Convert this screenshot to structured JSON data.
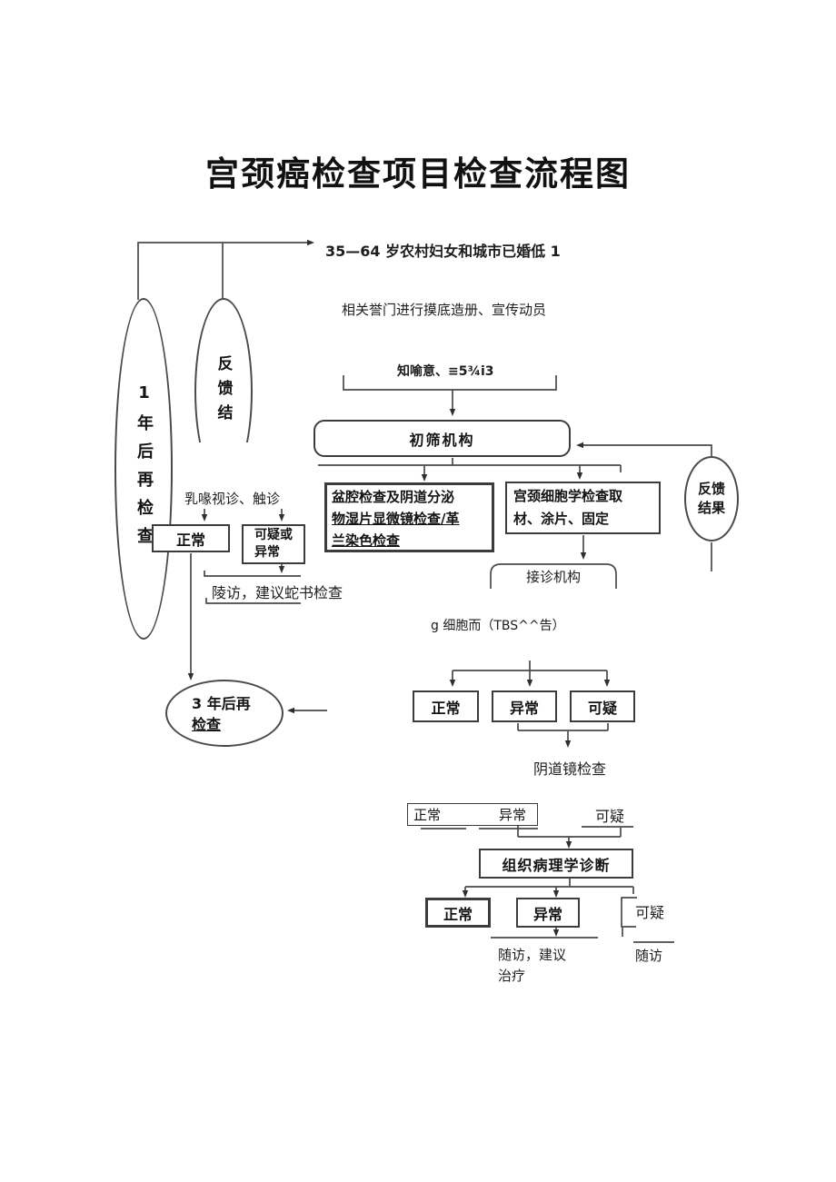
{
  "title": "宫颈癌检查项目检查流程图",
  "flow": {
    "population": "35—64 岁农村妇女和城市已婚低 1",
    "mobilization": "相关誉门进行摸底造册、宣传动员",
    "consent": "知喻意、≡5¾i3",
    "primary_screening_org": "初筛机构",
    "pelvic_exam_lines": [
      "盆腔检查及阴道分泌",
      "物湿片显微镜检查/革",
      "兰染色检查"
    ],
    "cytology_exam_lines": [
      "宫颈细胞学检查取",
      "材、涂片、固定"
    ],
    "breast_exam": "乳喙视诊、触诊",
    "breast_normal": "正常",
    "breast_suspect_lines": [
      "可疑或",
      "异常"
    ],
    "breast_followup": "陵访，建议蛇书检查",
    "recheck_1_year": "1年后再检查",
    "feedback_partial": "反馈结",
    "feedback_lines": [
      "反馈",
      "结果"
    ],
    "referral_org": "接诊机构",
    "tbs_report": "g 细胞而（TBS^^告）",
    "cytology_results": {
      "normal": "正常",
      "abnormal": "异常",
      "suspect": "可疑"
    },
    "colposcopy": "阴道镜检查",
    "colposcopy_results": {
      "normal": "正常",
      "abnormal": "异常",
      "suspect": "可疑"
    },
    "histology": "组织病理学诊断",
    "histology_results": {
      "normal": "正常",
      "abnormal": "异常",
      "suspect": "可疑"
    },
    "followup_treat_lines": [
      "随访，建议",
      "治疗"
    ],
    "followup": "随访",
    "recheck_3_year_lines": [
      "3 年后再",
      "检查"
    ]
  },
  "colors": {
    "line": "#4a4a4a",
    "text": "#1d1d1d",
    "background": "#ffffff"
  }
}
